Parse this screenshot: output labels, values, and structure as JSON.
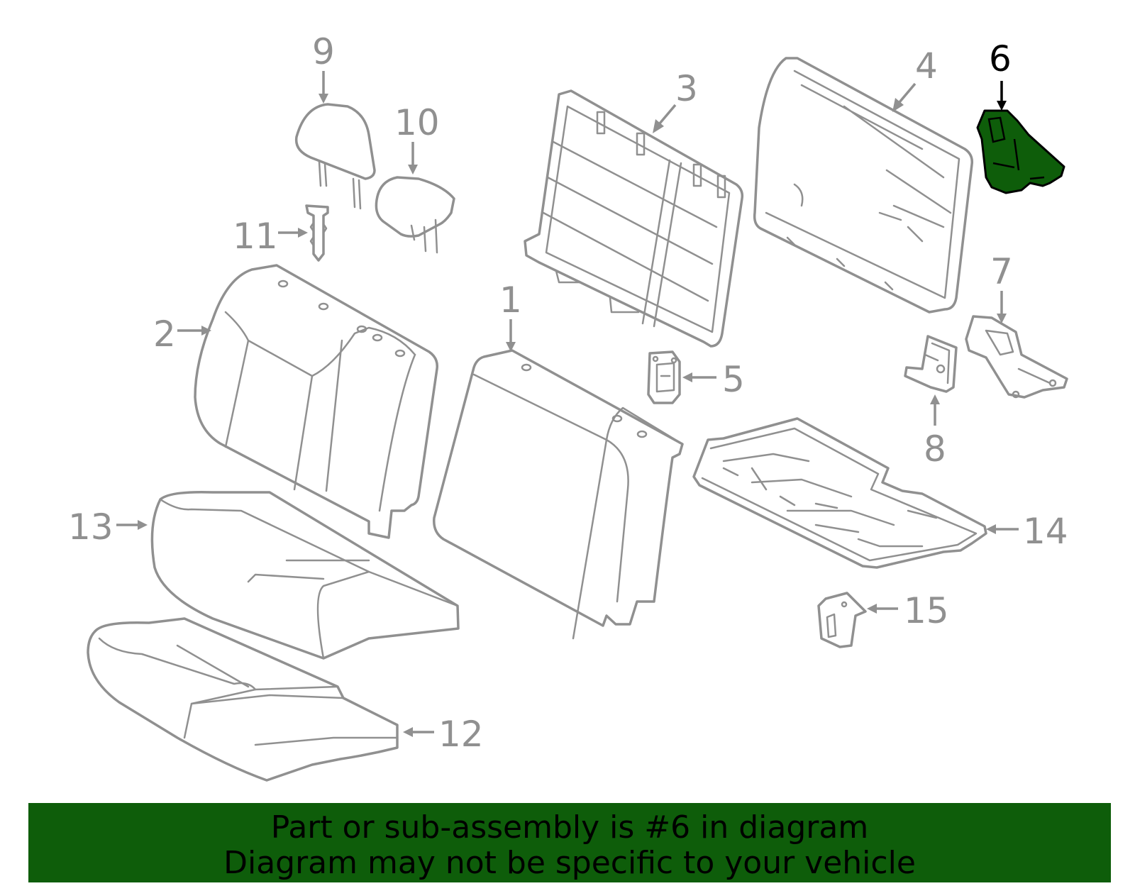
{
  "callouts": [
    {
      "number": "1",
      "highlight": false
    },
    {
      "number": "2",
      "highlight": false
    },
    {
      "number": "3",
      "highlight": false
    },
    {
      "number": "4",
      "highlight": false
    },
    {
      "number": "5",
      "highlight": false
    },
    {
      "number": "6",
      "highlight": true
    },
    {
      "number": "7",
      "highlight": false
    },
    {
      "number": "8",
      "highlight": false
    },
    {
      "number": "9",
      "highlight": false
    },
    {
      "number": "10",
      "highlight": false
    },
    {
      "number": "11",
      "highlight": false
    },
    {
      "number": "12",
      "highlight": false
    },
    {
      "number": "13",
      "highlight": false
    },
    {
      "number": "14",
      "highlight": false
    },
    {
      "number": "15",
      "highlight": false
    }
  ],
  "banner": {
    "line1": "Part or sub-assembly is #6 in diagram",
    "line2": "Diagram may not be specific to your vehicle"
  },
  "colors": {
    "line_art": "#909090",
    "highlight_fill": "#0e5d0a",
    "banner_background": "#0e5d0a",
    "highlight_label": "#000000"
  }
}
